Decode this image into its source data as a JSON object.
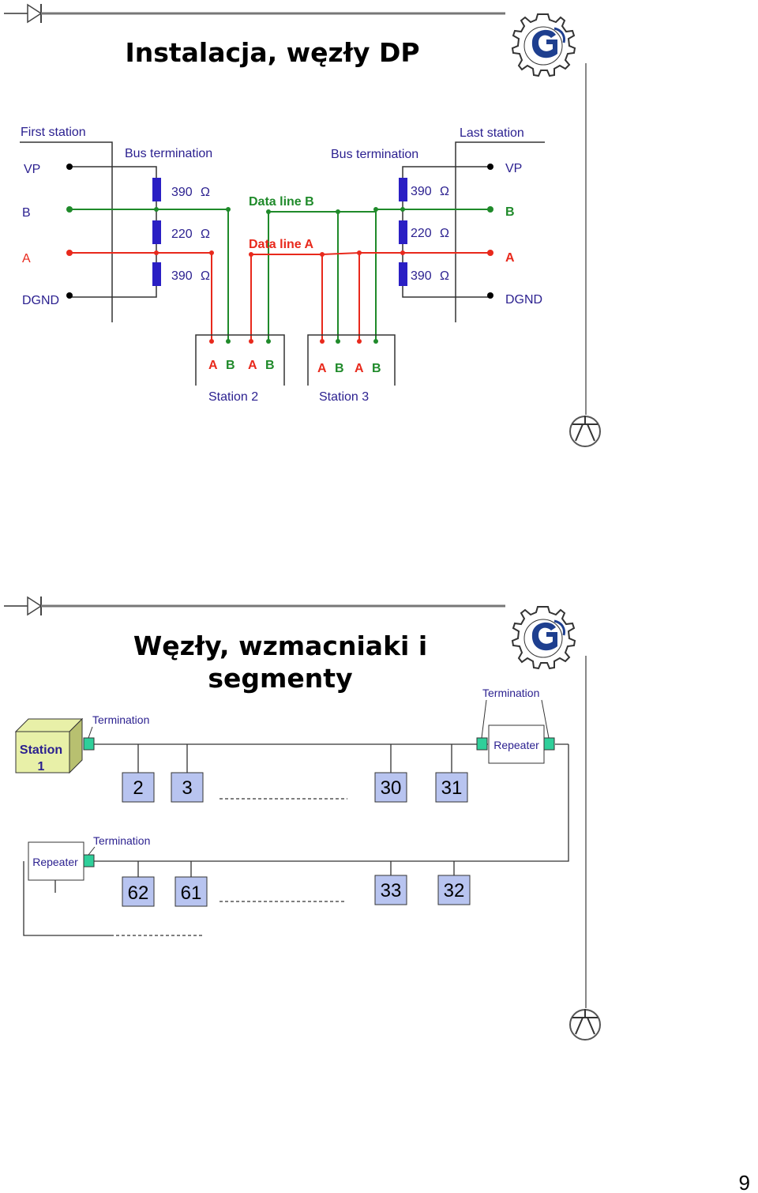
{
  "slide1": {
    "title": "Instalacja, węzły DP",
    "first_station": "First station",
    "last_station": "Last station",
    "bus_termination_left": "Bus termination",
    "bus_termination_right": "Bus termination",
    "vp": "VP",
    "b": "B",
    "a": "A",
    "dgnd": "DGND",
    "r390": "390",
    "r220": "220",
    "ohm": "Ω",
    "data_line_b": "Data line B",
    "data_line_a": "Data line A",
    "station2": "Station 2",
    "station3": "Station 3",
    "conn_a": "A",
    "conn_b": "B"
  },
  "slide2": {
    "title_line1": "Węzły, wzmacniaki i",
    "title_line2": "segmenty",
    "termination": "Termination",
    "station1_line1": "Station",
    "station1_line2": "1",
    "repeater": "Repeater",
    "node_2": "2",
    "node_3": "3",
    "node_30": "30",
    "node_31": "31",
    "node_62": "62",
    "node_61": "61",
    "node_33": "33",
    "node_32": "32"
  },
  "page_number": "9",
  "colors": {
    "line_a": "#e8291c",
    "line_b": "#1f8a2a",
    "resistor": "#2a1fc4",
    "text_blue": "#2a1f8f",
    "node_fill": "#b8c4f0",
    "terminator": "#2fcf9a",
    "station_box": "#e8f0a8"
  }
}
